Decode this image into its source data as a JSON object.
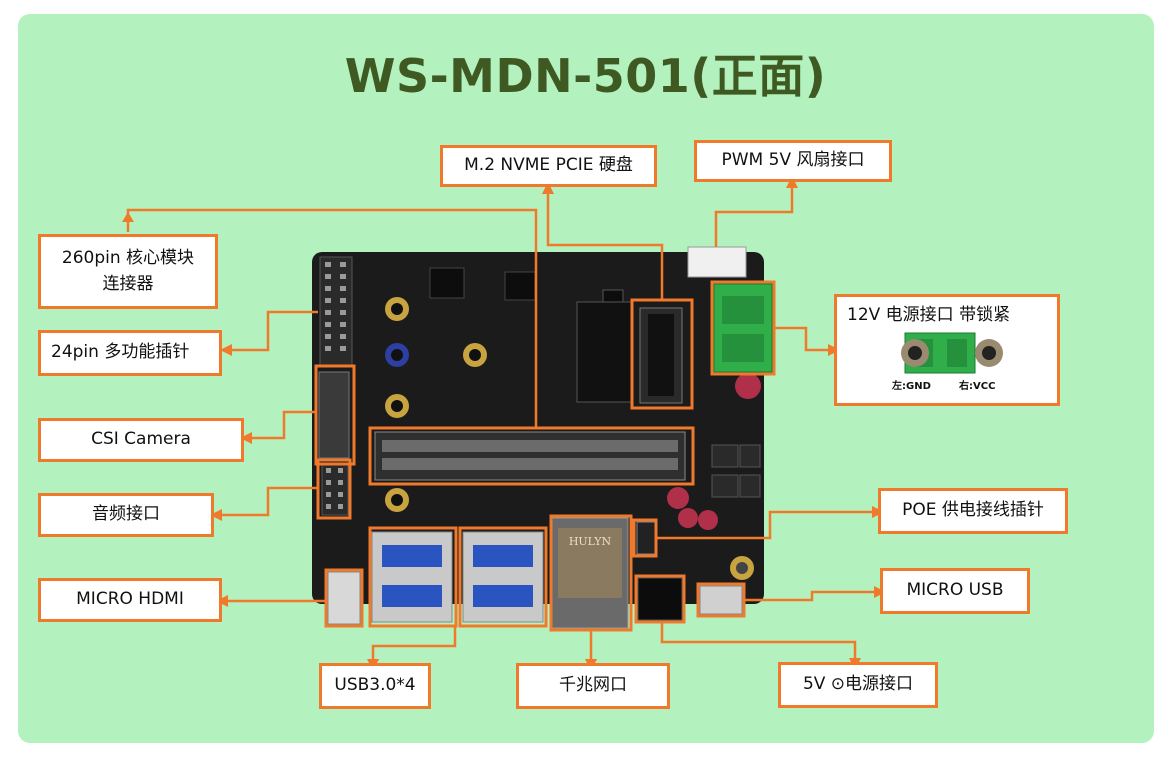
{
  "title": "WS-MDN-501(正面)",
  "labels": {
    "nvme": "M.2 NVME PCIE 硬盘",
    "pwm_fan": "PWM 5V 风扇接口",
    "core_module_line1": "260pin  核心模块",
    "core_module_line2": "连接器",
    "pin24": "24pin  多功能插针",
    "csi": "CSI Camera",
    "audio": "音频接口",
    "micro_hdmi": "MICRO HDMI",
    "usb30": "USB3.0*4",
    "ethernet": "千兆网口",
    "dc5v": "5V  ⊙电源接口",
    "micro_usb": "MICRO USB",
    "poe": "POE 供电接线插针",
    "power12v": "12V 电源接口  带锁紧",
    "gnd_label": "左:GND",
    "vcc_label": "右:VCC"
  },
  "board_text": {
    "rj45_brand": "HULYN"
  },
  "colors": {
    "background": "#b3f2bf",
    "title": "#3e5a22",
    "callout": "#ef7a2c",
    "pcb": "#1b1b1b",
    "terminal": "#2fae4a"
  }
}
